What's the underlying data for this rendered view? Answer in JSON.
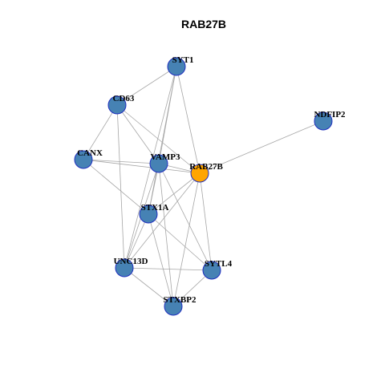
{
  "title": "RAB27B",
  "colors": {
    "node_fill": "#4682b4",
    "focus_fill": "#ffa500",
    "node_stroke": "#1f2fbf",
    "edge": "#a6a6a6"
  },
  "nodes": [
    {
      "id": "SYT1",
      "label": "SYT1",
      "focus": false
    },
    {
      "id": "CD63",
      "label": "CD63",
      "focus": false
    },
    {
      "id": "NDFIP2",
      "label": "NDFIP2",
      "focus": false
    },
    {
      "id": "CANX",
      "label": "CANX",
      "focus": false
    },
    {
      "id": "VAMP3",
      "label": "VAMP3",
      "focus": false
    },
    {
      "id": "RAB27B",
      "label": "RAB27B",
      "focus": true
    },
    {
      "id": "STX1A",
      "label": "STX1A",
      "focus": false
    },
    {
      "id": "UNC13D",
      "label": "UNC13D",
      "focus": false
    },
    {
      "id": "SYTL4",
      "label": "SYTL4",
      "focus": false
    },
    {
      "id": "STXBP2",
      "label": "STXBP2",
      "focus": false
    }
  ],
  "edges": [
    [
      "SYT1",
      "CD63"
    ],
    [
      "SYT1",
      "VAMP3"
    ],
    [
      "SYT1",
      "RAB27B"
    ],
    [
      "SYT1",
      "STX1A"
    ],
    [
      "SYT1",
      "UNC13D"
    ],
    [
      "CD63",
      "CANX"
    ],
    [
      "CD63",
      "VAMP3"
    ],
    [
      "CD63",
      "RAB27B"
    ],
    [
      "CD63",
      "UNC13D"
    ],
    [
      "NDFIP2",
      "RAB27B"
    ],
    [
      "CANX",
      "VAMP3"
    ],
    [
      "CANX",
      "RAB27B"
    ],
    [
      "CANX",
      "STX1A"
    ],
    [
      "VAMP3",
      "RAB27B"
    ],
    [
      "VAMP3",
      "STX1A"
    ],
    [
      "VAMP3",
      "UNC13D"
    ],
    [
      "VAMP3",
      "SYTL4"
    ],
    [
      "VAMP3",
      "STXBP2"
    ],
    [
      "RAB27B",
      "STX1A"
    ],
    [
      "RAB27B",
      "UNC13D"
    ],
    [
      "RAB27B",
      "SYTL4"
    ],
    [
      "RAB27B",
      "STXBP2"
    ],
    [
      "STX1A",
      "UNC13D"
    ],
    [
      "STX1A",
      "SYTL4"
    ],
    [
      "STX1A",
      "STXBP2"
    ],
    [
      "UNC13D",
      "SYTL4"
    ],
    [
      "UNC13D",
      "STXBP2"
    ],
    [
      "SYTL4",
      "STXBP2"
    ]
  ]
}
